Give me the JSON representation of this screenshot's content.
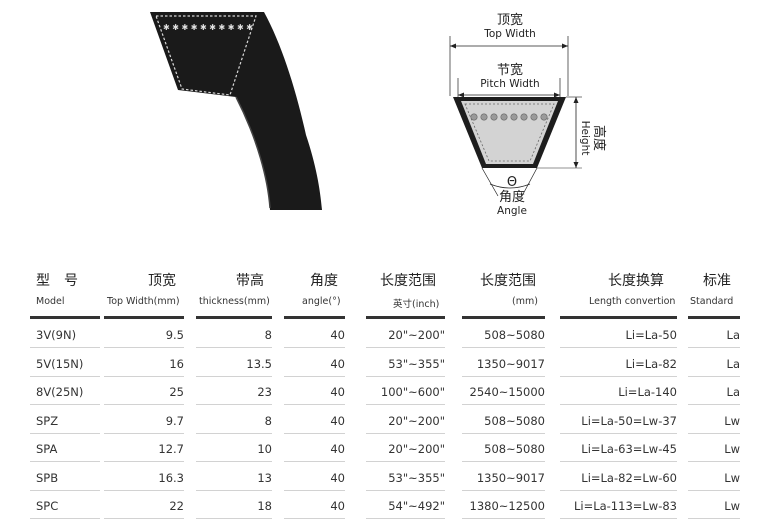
{
  "diagram": {
    "top_width": {
      "cn": "顶宽",
      "en": "Top Width"
    },
    "pitch_width": {
      "cn": "节宽",
      "en": "Pitch Width"
    },
    "height": {
      "cn": "高度",
      "en": "Height"
    },
    "angle": {
      "symbol": "Θ",
      "cn": "角度",
      "en": "Angle"
    }
  },
  "table": {
    "columns": [
      {
        "cn": "型　号",
        "en": "Model"
      },
      {
        "cn": "顶宽",
        "en": "Top Width(mm)"
      },
      {
        "cn": "带高",
        "en": "thickness(mm)"
      },
      {
        "cn": "角度",
        "en": "angle(°)"
      },
      {
        "cn": "长度范围",
        "en": "英寸(inch)"
      },
      {
        "cn": "长度范围",
        "en": "(mm)"
      },
      {
        "cn": "长度换算",
        "en": "Length convertion"
      },
      {
        "cn": "标准",
        "en": "Standard"
      }
    ],
    "rows": [
      [
        "3V(9N)",
        "9.5",
        "8",
        "40",
        "20\"~200\"",
        "508~5080",
        "Li=La-50",
        "La"
      ],
      [
        "5V(15N)",
        "16",
        "13.5",
        "40",
        "53\"~355\"",
        "1350~9017",
        "Li=La-82",
        "La"
      ],
      [
        "8V(25N)",
        "25",
        "23",
        "40",
        "100\"~600\"",
        "2540~15000",
        "Li=La-140",
        "La"
      ],
      [
        "SPZ",
        "9.7",
        "8",
        "40",
        "20\"~200\"",
        "508~5080",
        "Li=La-50=Lw-37",
        "Lw"
      ],
      [
        "SPA",
        "12.7",
        "10",
        "40",
        "20\"~200\"",
        "508~5080",
        "Li=La-63=Lw-45",
        "Lw"
      ],
      [
        "SPB",
        "16.3",
        "13",
        "40",
        "53\"~355\"",
        "1350~9017",
        "Li=La-82=Lw-60",
        "Lw"
      ],
      [
        "SPC",
        "22",
        "18",
        "40",
        "54\"~492\"",
        "1380~12500",
        "Li=La-113=Lw-83",
        "Lw"
      ]
    ]
  }
}
